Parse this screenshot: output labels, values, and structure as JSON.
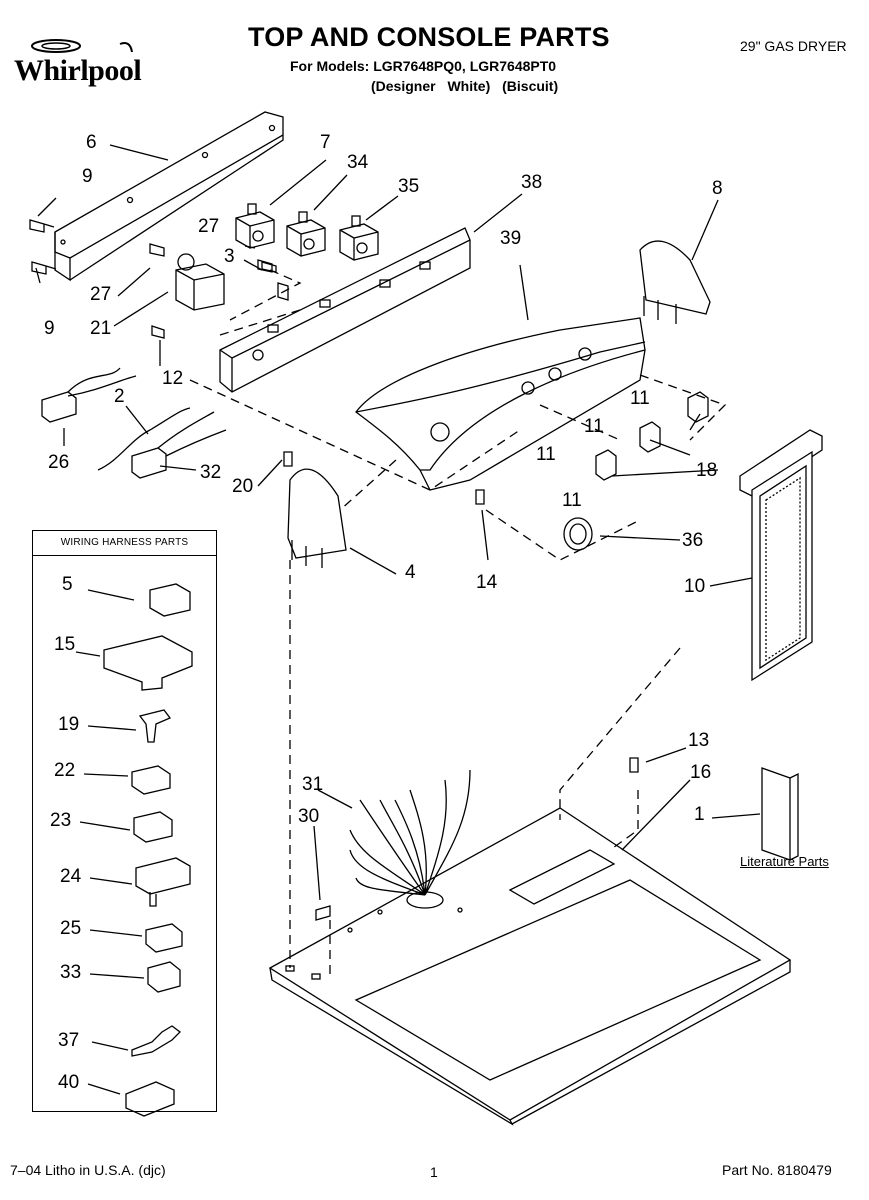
{
  "header": {
    "brand": "Whirlpool",
    "title": "TOP AND CONSOLE PARTS",
    "models_line": "For Models: LGR7648PQ0, LGR7648PT0",
    "variants_line": "(Designer White) (Biscuit)",
    "product": "29\" GAS DRYER"
  },
  "footer": {
    "litho": "7–04 Litho in U.S.A. (djc)",
    "page": "1",
    "part_no": "Part No. 8180479"
  },
  "wiring_box": {
    "title": "WIRING HARNESS PARTS"
  },
  "literature": "Literature Parts",
  "callouts": {
    "c6": "6",
    "c9a": "9",
    "c9b": "9",
    "c7": "7",
    "c34": "34",
    "c35": "35",
    "c38": "38",
    "c39": "39",
    "c8": "8",
    "c27a": "27",
    "c3": "3",
    "c27b": "27",
    "c21": "21",
    "c12": "12",
    "c2": "2",
    "c26": "26",
    "c32": "32",
    "c20": "20",
    "c11a": "11",
    "c11b": "11",
    "c11c": "11",
    "c11d": "11",
    "c18": "18",
    "c36": "36",
    "c14": "14",
    "c4": "4",
    "c10": "10",
    "c13": "13",
    "c16": "16",
    "c1": "1",
    "c31": "31",
    "c30": "30",
    "w5": "5",
    "w15": "15",
    "w19": "19",
    "w22": "22",
    "w23": "23",
    "w24": "24",
    "w25": "25",
    "w33": "33",
    "w37": "37",
    "w40": "40"
  }
}
